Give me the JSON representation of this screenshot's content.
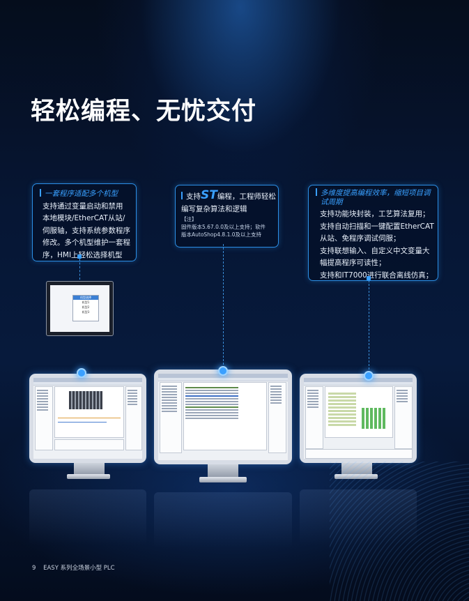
{
  "title": "轻松编程、无忧交付",
  "features": [
    {
      "heading": "一套程序适配多个机型",
      "lines": [
        "支持通过变量启动和禁用",
        "本地模块/EtherCAT从站/",
        "伺服轴，支持系统参数程序",
        "修改。多个机型维护一套程",
        "序，HMI上轻松选择机型"
      ]
    },
    {
      "prefix": "支持",
      "highlight": "ST",
      "suffix": "编程，工程师轻松",
      "line2": "编写复杂算法和逻辑",
      "note_label": "【注】",
      "notes": [
        "固件版本5.67.0.0及以上支持；软件",
        "版本AutoShop4.8.1.0及以上支持"
      ]
    },
    {
      "heading_lines": [
        "多维度提高编程效率，缩短项目调",
        "试周期"
      ],
      "lines": [
        "支持功能块封装，工艺算法复用；",
        "支持自动扫描和一键配置EtherCAT",
        "从站、免程序调试伺服；",
        "支持联想输入、自定义中文变量大",
        "幅提高程序可读性；",
        "支持和IT7000进行联合离线仿真；"
      ]
    }
  ],
  "hmi_dialog": {
    "title": "机型选择",
    "options": [
      "机型1",
      "机型2",
      "机型3"
    ]
  },
  "footer": {
    "page_number": "9",
    "text": "EASY 系列全场景小型 PLC"
  },
  "colors": {
    "accent": "#3aa0ff",
    "background": "#061634",
    "title": "#ffffff"
  }
}
